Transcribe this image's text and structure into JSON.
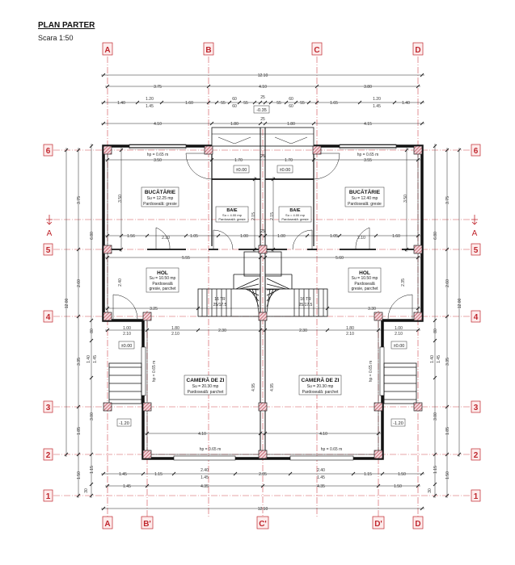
{
  "title": "PLAN PARTER",
  "scale": "Scara 1:50",
  "colors": {
    "axis": "#c0262d",
    "wall": "#111111",
    "column_hatch": "#b03040"
  },
  "axes": {
    "columns_top": [
      "A",
      "B",
      "C",
      "D"
    ],
    "columns_bottom": [
      "A",
      "B'",
      "C'",
      "D'",
      "D"
    ],
    "rows_left": [
      "6",
      "5",
      "4",
      "3",
      "2",
      "1"
    ],
    "rows_right": [
      "6",
      "5",
      "4",
      "3",
      "2",
      "1"
    ],
    "section": "A"
  },
  "rooms": [
    {
      "name": "BUCĂTĂRIE",
      "area": "Su = 12.25 mp",
      "floor": "Pardoseală: gresie"
    },
    {
      "name": "BUCĂTĂRIE",
      "area": "Su = 12.40 mp",
      "floor": "Pardoseală: gresie"
    },
    {
      "name": "BAIE",
      "area": "Su = 4.00 mp",
      "floor": "Pardoseală: gresie"
    },
    {
      "name": "BAIE",
      "area": "Su = 4.00 mp",
      "floor": "Pardoseală: gresie"
    },
    {
      "name": "HOL",
      "area": "Su = 10.50 mp",
      "floor": "Pardoseală",
      "floor2": "gresie, parchet"
    },
    {
      "name": "HOL",
      "area": "Su = 10.50 mp",
      "floor": "Pardoseală",
      "floor2": "gresie, parchet"
    },
    {
      "name": "CAMERĂ DE ZI",
      "area": "Su = 20.30 mp",
      "floor": "Pardoseală: parchet"
    },
    {
      "name": "CAMERĂ DE ZI",
      "area": "Su = 20.30 mp",
      "floor": "Pardoseală: parchet"
    }
  ],
  "levels": [
    "-0.35",
    "±0.00",
    "±0.00",
    "±0.00",
    "±0.00",
    "-1.20",
    "-1.20"
  ],
  "dims": {
    "top_total": "12.10",
    "top_axes": [
      "3.75",
      "4.10",
      "3.80"
    ],
    "top_openings": [
      "1.40",
      "1.20",
      "1.45",
      "1.60",
      "55",
      "60",
      "60",
      "55",
      "25",
      "55",
      "60",
      "60",
      "55",
      "1.65",
      "1.20",
      "1.45",
      "1.40"
    ],
    "top_entrance": [
      "4.10",
      "1.80",
      "25",
      "1.80",
      "4.15"
    ],
    "interior": [
      "hp = 0.65 m",
      "3.50",
      "hp = 0.65 m",
      "3.55",
      "1.70",
      "25",
      "1.70",
      "1.56",
      "2.10",
      "1.05",
      "1.00",
      "25",
      "1.00",
      "1.05",
      "2.10",
      "1.60",
      "5.55",
      "5.60",
      "3.25",
      "3.30",
      "1.00",
      "2.10",
      "1.80",
      "2.10",
      "2.30",
      "2.30",
      "1.80",
      "2.10",
      "1.00",
      "2.10",
      "4.10",
      "4.10",
      "hp = 0.65 m",
      "hp = 0.65 m",
      "3.50",
      "3.50",
      "2.15",
      "2.15",
      "2.40",
      "2.35",
      "hp = 0.65 m",
      "hp = 0.65 m",
      "4.95",
      "4.95"
    ],
    "bottom_openings": [
      "1.45",
      "1.15",
      "2.40",
      "1.45",
      "2.05",
      "2.40",
      "1.45",
      "1.15",
      "1.50"
    ],
    "bottom_axes": [
      "1.45",
      "4.35",
      "4.35",
      "1.50"
    ],
    "bottom_total": "12.10",
    "left_total": "12.00",
    "left_axes": [
      "3.75",
      "2.60",
      "3.35",
      "1.85",
      "1.50"
    ],
    "left_openings": [
      "6.80",
      "80",
      "1.40",
      "1.45",
      "3.00",
      "1.15",
      "30"
    ],
    "right_total": "12.00",
    "right_axes": [
      "3.75",
      "2.60",
      "3.35",
      "1.85",
      "1.50"
    ],
    "right_openings": [
      "6.80",
      "80",
      "1.40",
      "1.45",
      "3.00",
      "1.15",
      "30"
    ]
  },
  "stairs": {
    "label": "16 TR",
    "ratio": "25/17.5"
  }
}
